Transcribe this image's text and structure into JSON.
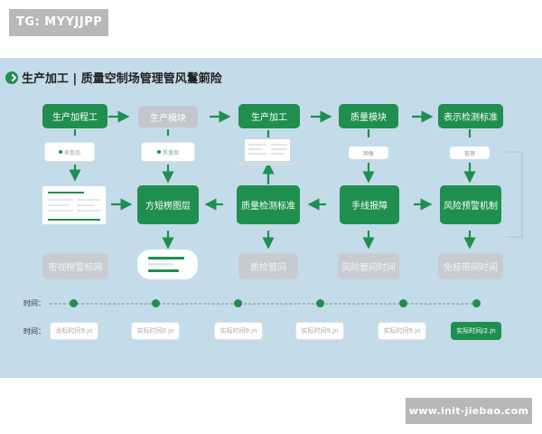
{
  "watermark_top": "TG: MYYJJPP",
  "watermark_bottom": "www.init-jiebao.com",
  "title": "生产加工 | 质量空制场管理管风鬘箣险",
  "colors": {
    "green": "#1f8f4f",
    "gray": "#c3c7cc",
    "canvas": "#c4dbe9"
  },
  "row1": [
    {
      "label": "生产加程工",
      "style": "green"
    },
    {
      "label": "生产模块",
      "style": "gray"
    },
    {
      "label": "生产加工",
      "style": "green"
    },
    {
      "label": "质量模块",
      "style": "green"
    },
    {
      "label": "表示检测标准",
      "style": "green"
    }
  ],
  "row2": [
    {
      "label": "表管品"
    },
    {
      "label": "质量图"
    },
    {
      "label": "图像"
    },
    {
      "label": "管理"
    }
  ],
  "row3": [
    {
      "label": "方短楞图层",
      "style": "green"
    },
    {
      "label": "质量检测标准",
      "style": "green"
    },
    {
      "label": "手线报障",
      "style": "green"
    },
    {
      "label": "风险预警机制",
      "style": "green"
    }
  ],
  "row4": [
    {
      "label": "密视楞警标网"
    },
    {
      "label": "质检管问"
    },
    {
      "label": "风险管问时间"
    },
    {
      "label": "免标带间时间"
    }
  ],
  "timeline": {
    "label1": "时间：",
    "label2": "时间：",
    "chips": [
      {
        "label": "龙标时间9.jn",
        "active": false
      },
      {
        "label": "实际时间0.jn",
        "active": false
      },
      {
        "label": "实际时间9.jn",
        "active": false
      },
      {
        "label": "实际时间9.jn",
        "active": false
      },
      {
        "label": "实际时间9.jn",
        "active": false
      },
      {
        "label": "实际时间/2.jn",
        "active": true
      }
    ]
  }
}
